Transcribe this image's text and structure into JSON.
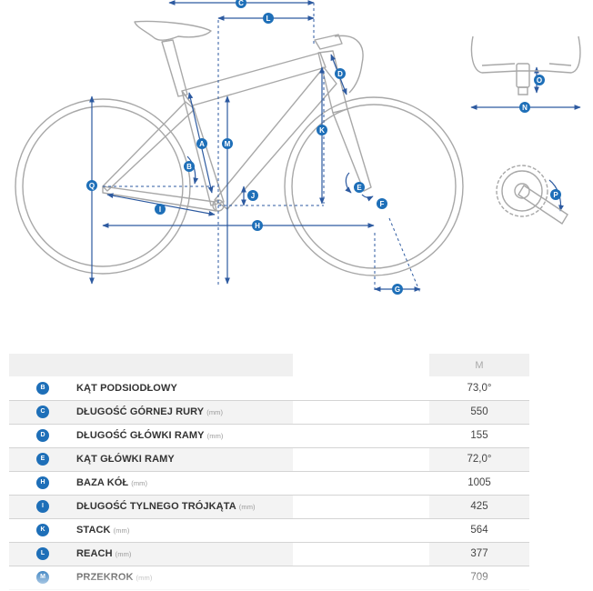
{
  "diagram": {
    "labels": [
      "C",
      "L",
      "D",
      "A",
      "M",
      "K",
      "B",
      "J",
      "E",
      "F",
      "Q",
      "I",
      "H",
      "G",
      "O",
      "N",
      "P"
    ]
  },
  "table": {
    "size_header": "M",
    "rows": [
      {
        "code": "B",
        "name": "KĄT PODSIODŁOWY",
        "unit": "",
        "value": "73,0°"
      },
      {
        "code": "C",
        "name": "DŁUGOŚĆ GÓRNEJ RURY",
        "unit": "(mm)",
        "value": "550"
      },
      {
        "code": "D",
        "name": "DŁUGOŚĆ GŁÓWKI RAMY",
        "unit": "(mm)",
        "value": "155"
      },
      {
        "code": "E",
        "name": "KĄT GŁÓWKI RAMY",
        "unit": "",
        "value": "72,0°"
      },
      {
        "code": "H",
        "name": "BAZA KÓŁ",
        "unit": "(mm)",
        "value": "1005"
      },
      {
        "code": "I",
        "name": "DŁUGOŚĆ TYLNEGO TRÓJKĄTA",
        "unit": "(mm)",
        "value": "425"
      },
      {
        "code": "K",
        "name": "STACK",
        "unit": "(mm)",
        "value": "564"
      },
      {
        "code": "L",
        "name": "REACH",
        "unit": "(mm)",
        "value": "377"
      },
      {
        "code": "M",
        "name": "PRZEKROK",
        "unit": "(mm)",
        "value": "709"
      }
    ]
  },
  "colors": {
    "badge": "#1e6fb8",
    "dimension_line": "#2d5aa0",
    "frame_outline": "#a8a8a8"
  }
}
